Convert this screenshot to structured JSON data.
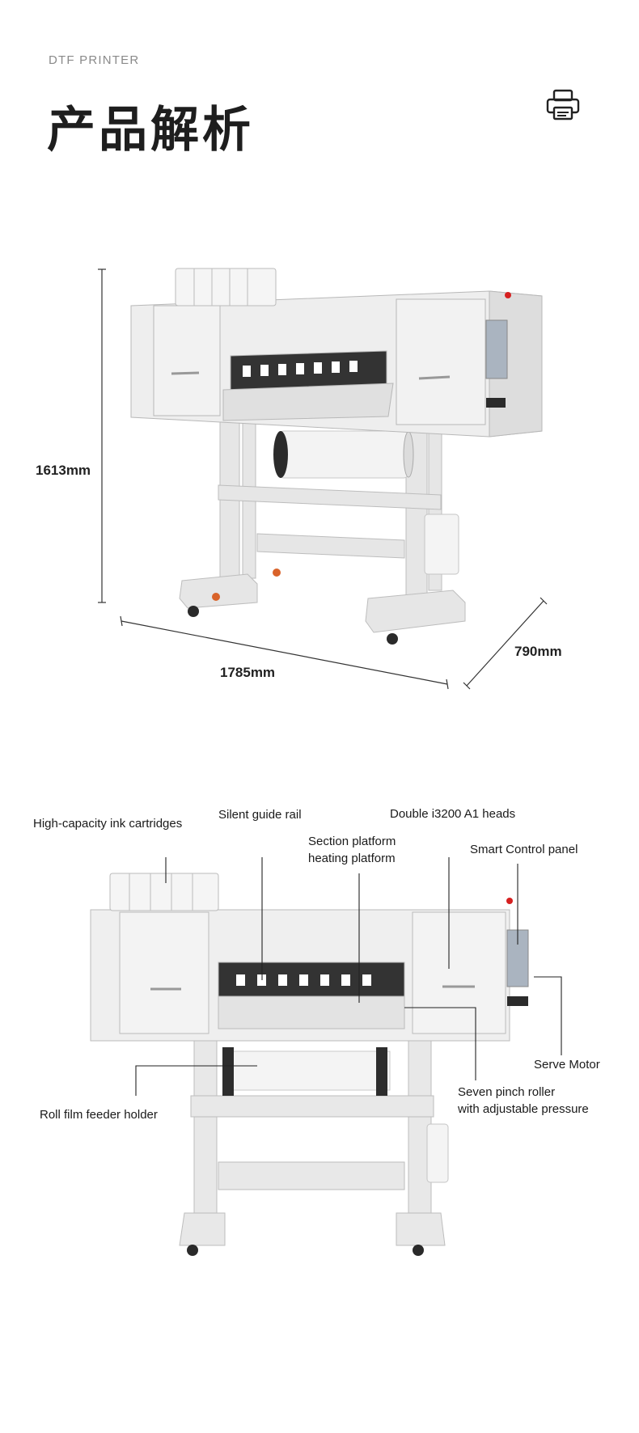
{
  "header": {
    "eyebrow": "DTF PRINTER",
    "title": "产品解析",
    "icon": "printer-icon"
  },
  "dimensions": {
    "height": "1613mm",
    "width": "1785mm",
    "depth": "790mm"
  },
  "callouts": {
    "ink_cartridges": "High-capacity ink cartridges",
    "guide_rail": "Silent guide rail",
    "heads": "Double i3200 A1 heads",
    "platform_line1": "Section platform",
    "platform_line2": "heating platform",
    "control_panel": "Smart Control panel",
    "serve_motor": "Serve Motor",
    "pinch_line1": "Seven pinch roller",
    "pinch_line2": "with adjustable pressure",
    "feeder_holder": "Roll film feeder holder"
  },
  "colors": {
    "body": "#ececec",
    "panel_dark": "#2b2b2b",
    "accent_red": "#d62020",
    "panel_blue": "#aab4c0"
  }
}
